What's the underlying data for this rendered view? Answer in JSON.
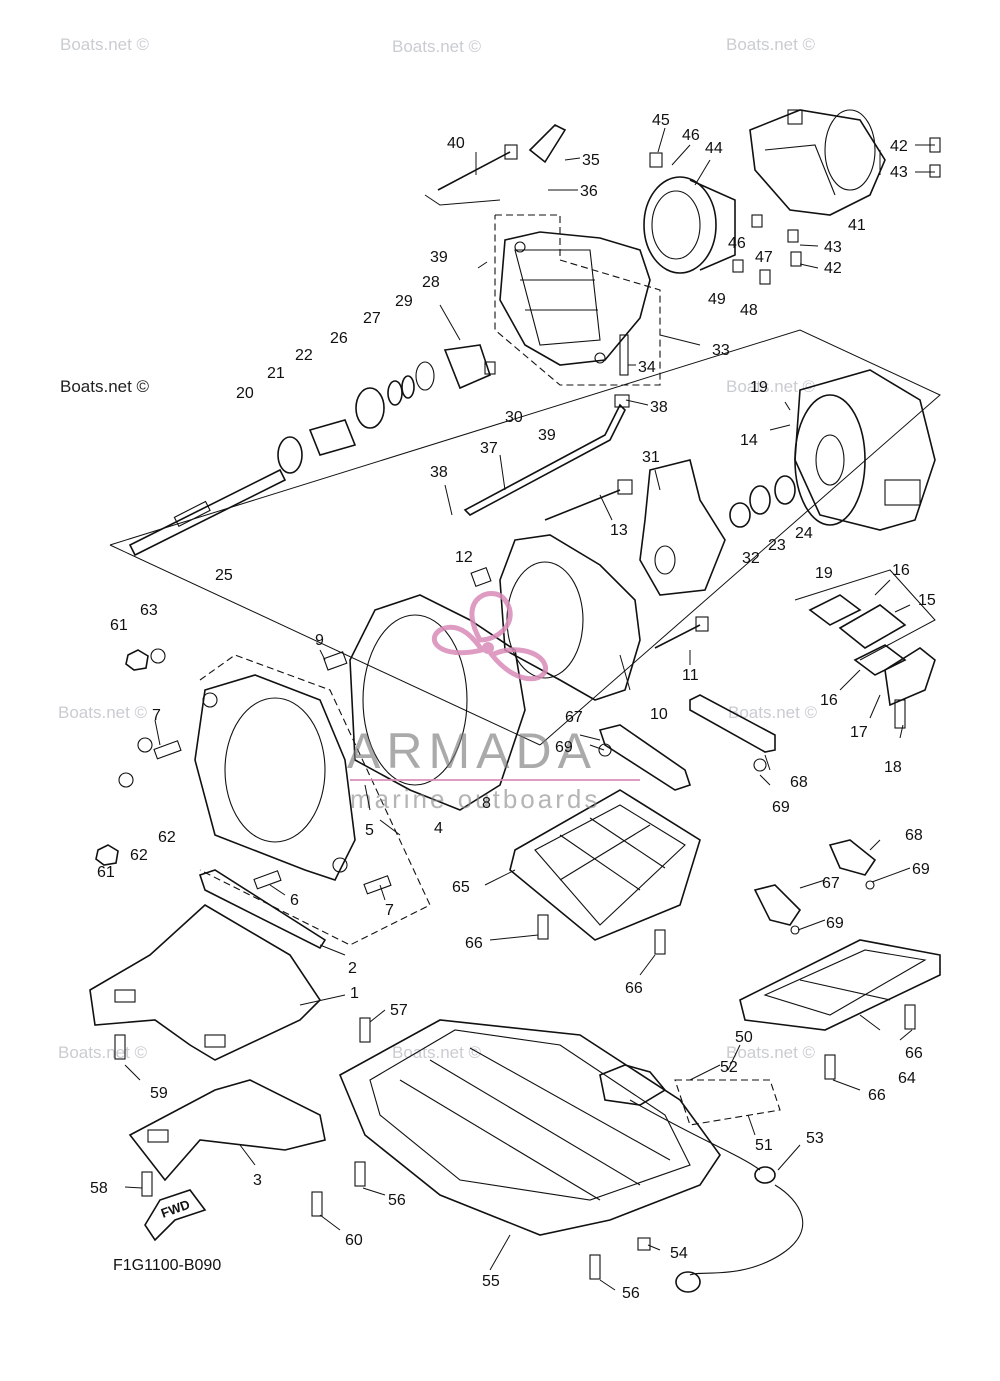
{
  "figure_code": "F1G1100-B090",
  "watermark": "Boats.net ©",
  "brand": {
    "name": "ARMADA",
    "tagline": "marine outboards",
    "color": "#d98bb8"
  },
  "fwd_label": "FWD",
  "callouts": [
    "1",
    "2",
    "3",
    "4",
    "5",
    "6",
    "7",
    "7",
    "8",
    "9",
    "10",
    "11",
    "12",
    "13",
    "14",
    "15",
    "16",
    "16",
    "17",
    "18",
    "19",
    "19",
    "20",
    "21",
    "22",
    "23",
    "24",
    "25",
    "26",
    "27",
    "28",
    "29",
    "30",
    "31",
    "32",
    "33",
    "34",
    "35",
    "36",
    "37",
    "38",
    "38",
    "39",
    "39",
    "40",
    "41",
    "42",
    "42",
    "43",
    "43",
    "44",
    "45",
    "46",
    "46",
    "47",
    "48",
    "49",
    "50",
    "51",
    "52",
    "53",
    "54",
    "55",
    "56",
    "56",
    "57",
    "58",
    "59",
    "60",
    "61",
    "61",
    "62",
    "62",
    "63",
    "64",
    "65",
    "66",
    "66",
    "66",
    "66",
    "67",
    "67",
    "68",
    "68",
    "69",
    "69",
    "69",
    "69"
  ]
}
